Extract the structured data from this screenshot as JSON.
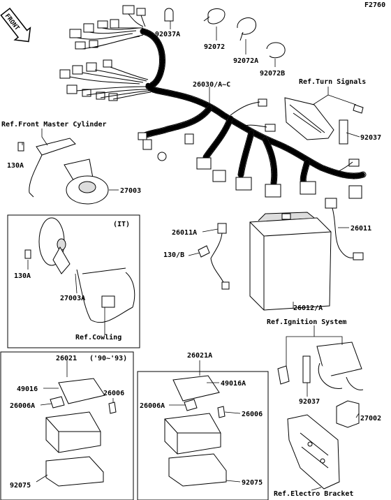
{
  "header": {
    "code": "F2760",
    "front": "FRONT"
  },
  "labels": {
    "l92037A": "92037A",
    "l92072": "92072",
    "l92072A": "92072A",
    "l92072B": "92072B",
    "l26030": "26030/A~C",
    "refTurn": "Ref.Turn Signals",
    "refFrontMaster": "Ref.Front Master Cylinder",
    "l92037a": "92037",
    "l130A_top": "130A",
    "l27003": "27003",
    "it": "(IT)",
    "l130A_mid": "130A",
    "l27003A": "27003A",
    "refCowling": "Ref.Cowling",
    "l26011A": "26011A",
    "l130B": "130/B",
    "l26011": "26011",
    "l26012A": "26012/A",
    "refIgnition": "Ref.Ignition System",
    "l26021": "26021",
    "years": "('90~'93)",
    "l49016": "49016",
    "l26006_l": "26006",
    "l26006A_l": "26006A",
    "l92075_l": "92075",
    "l26021A": "26021A",
    "l49016A": "49016A",
    "l26006A_r": "26006A",
    "l26006_r": "26006",
    "l92075_r": "92075",
    "l92037b": "92037",
    "l27002": "27002",
    "refElectro": "Ref.Electro Bracket"
  }
}
